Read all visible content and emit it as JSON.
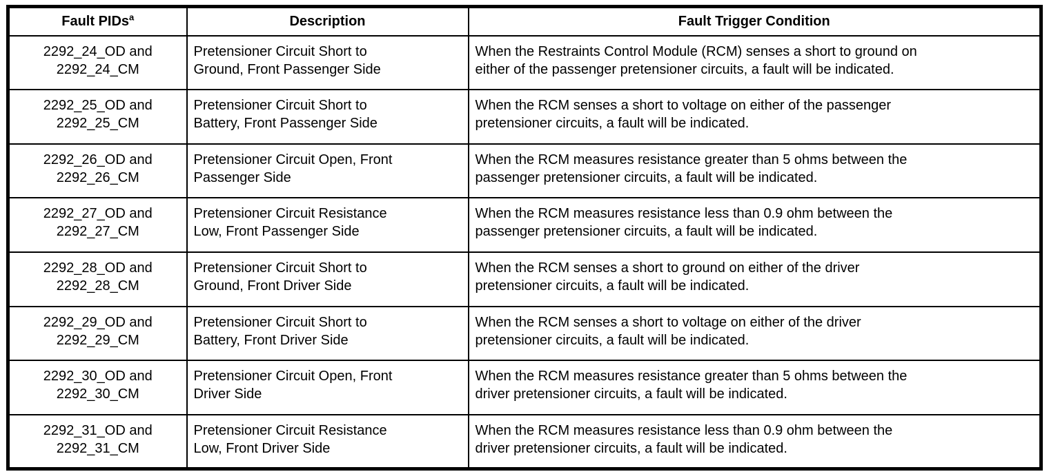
{
  "document": {
    "background_color": "#ffffff",
    "text_color": "#000000",
    "border_color": "#000000"
  },
  "table": {
    "header": {
      "fault_pids_label": "Fault PIDs",
      "fault_pids_superscript": "a",
      "description_label": "Description",
      "condition_label": "Fault Trigger Condition"
    },
    "rows": [
      {
        "pids": "2292_24_OD and\n2292_24_CM",
        "description": "Pretensioner Circuit Short to\nGround, Front Passenger Side",
        "condition": "When the Restraints Control Module (RCM) senses a short to ground on\neither of the passenger pretensioner circuits, a fault will be indicated."
      },
      {
        "pids": "2292_25_OD and\n2292_25_CM",
        "description": "Pretensioner Circuit Short to\nBattery, Front Passenger Side",
        "condition": "When the RCM senses a short to voltage on either of the passenger\npretensioner circuits, a fault will be indicated."
      },
      {
        "pids": "2292_26_OD and\n2292_26_CM",
        "description": "Pretensioner Circuit Open, Front\nPassenger Side",
        "condition": "When the RCM measures resistance greater than 5 ohms between the\npassenger pretensioner circuits, a fault will be indicated."
      },
      {
        "pids": "2292_27_OD and\n2292_27_CM",
        "description": "Pretensioner Circuit Resistance\nLow, Front Passenger Side",
        "condition": "When the RCM measures resistance less than 0.9 ohm between the\npassenger pretensioner circuits, a fault will be indicated."
      },
      {
        "pids": "2292_28_OD and\n2292_28_CM",
        "description": "Pretensioner Circuit Short to\nGround, Front Driver Side",
        "condition": "When the RCM senses a short to ground on either of the driver\npretensioner circuits, a fault will be indicated."
      },
      {
        "pids": "2292_29_OD and\n2292_29_CM",
        "description": "Pretensioner Circuit Short to\nBattery, Front Driver Side",
        "condition": "When the RCM senses a short to voltage on either of the driver\npretensioner circuits, a fault will be indicated."
      },
      {
        "pids": "2292_30_OD and\n2292_30_CM",
        "description": "Pretensioner Circuit Open, Front\nDriver Side",
        "condition": "When the RCM measures resistance greater than 5 ohms between the\ndriver pretensioner circuits, a fault will be indicated."
      },
      {
        "pids": "2292_31_OD and\n2292_31_CM",
        "description": "Pretensioner Circuit Resistance\nLow, Front Driver Side",
        "condition": "When the RCM measures resistance less than 0.9 ohm between the\ndriver pretensioner circuits, a fault will be indicated."
      }
    ]
  }
}
